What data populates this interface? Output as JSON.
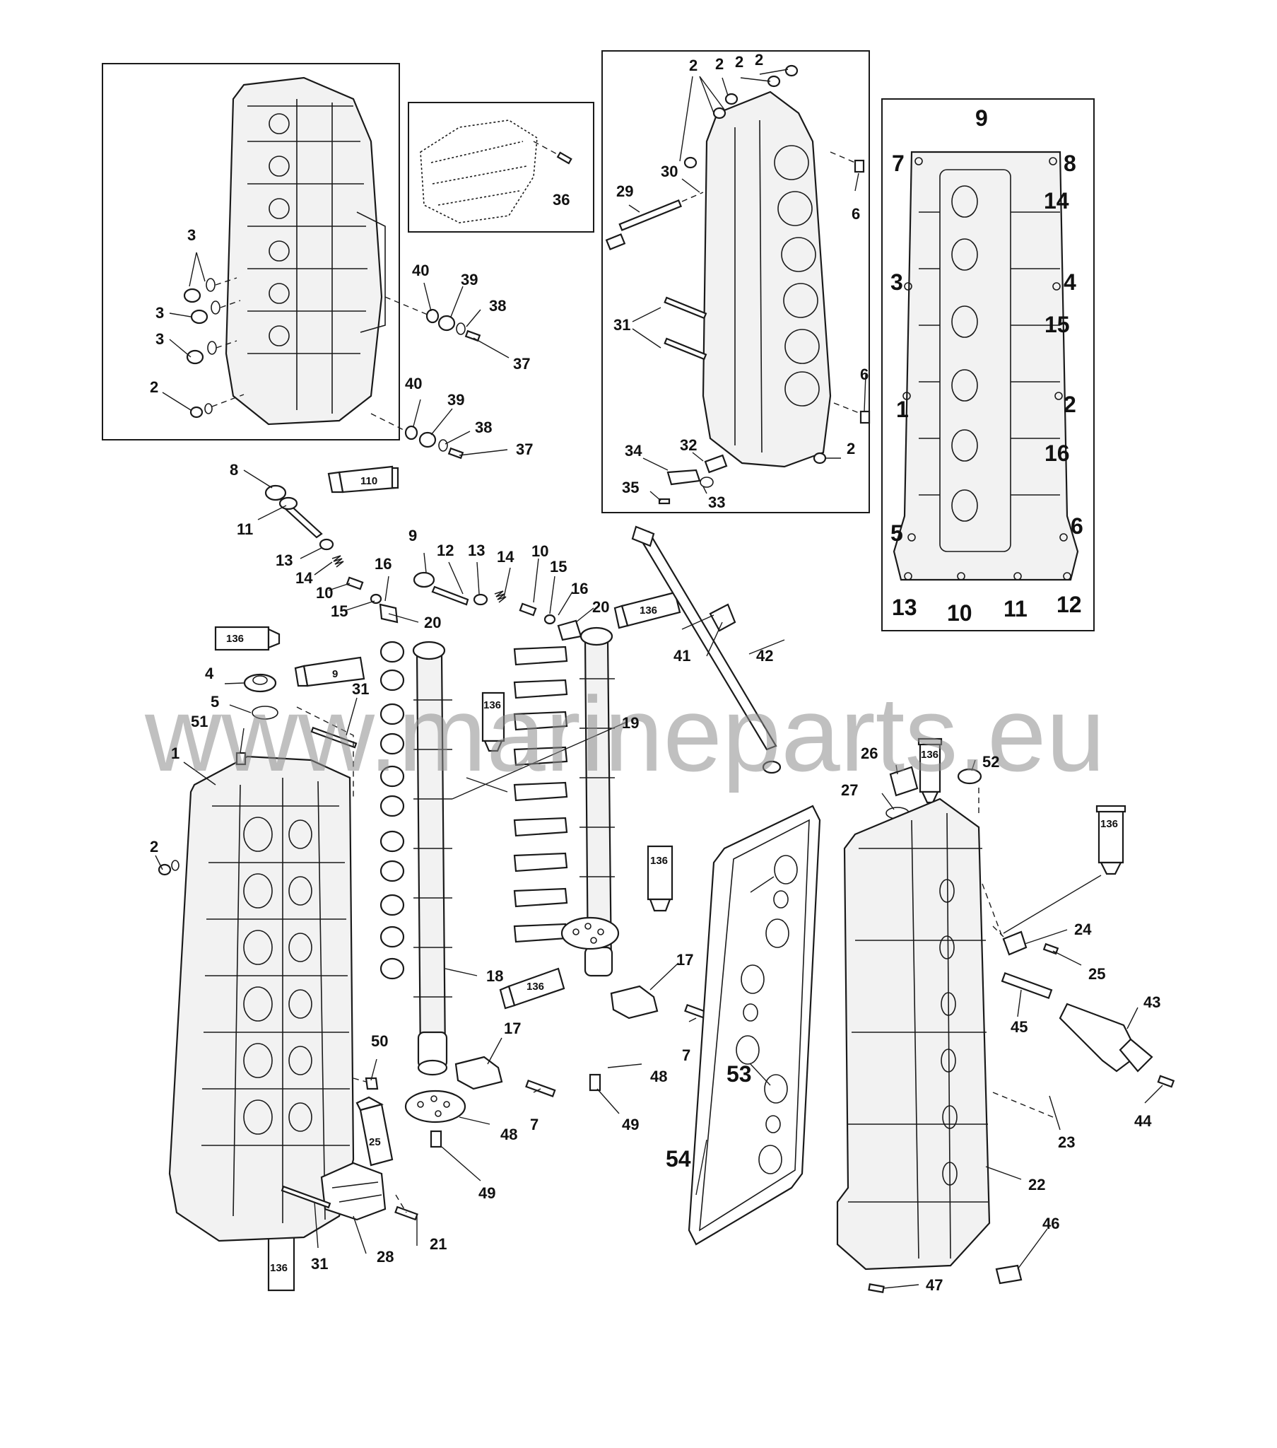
{
  "watermark": "www.marineparts.eu",
  "callouts": {
    "c1": "1",
    "c2": "2",
    "c3": "3",
    "c4": "4",
    "c5": "5",
    "c6": "6",
    "c7": "7",
    "c8": "8",
    "c9": "9",
    "c10": "10",
    "c11": "11",
    "c12": "12",
    "c13": "13",
    "c14": "14",
    "c15": "15",
    "c16": "16",
    "c17": "17",
    "c18": "18",
    "c19": "19",
    "c20": "20",
    "c21": "21",
    "c22": "22",
    "c23": "23",
    "c24": "24",
    "c25": "25",
    "c26": "26",
    "c27": "27",
    "c28": "28",
    "c29": "29",
    "c30": "30",
    "c31": "31",
    "c32": "32",
    "c33": "33",
    "c34": "34",
    "c35": "35",
    "c36": "36",
    "c37": "37",
    "c38": "38",
    "c39": "39",
    "c40": "40",
    "c41": "41",
    "c42": "42",
    "c43": "43",
    "c44": "44",
    "c45": "45",
    "c46": "46",
    "c47": "47",
    "c48": "48",
    "c49": "49",
    "c50": "50",
    "c51": "51",
    "c52": "52",
    "c53": "53",
    "c54": "54"
  },
  "torque_sequence": [
    "1",
    "2",
    "3",
    "4",
    "5",
    "6",
    "7",
    "8",
    "9",
    "10",
    "11",
    "12",
    "13",
    "14",
    "15",
    "16"
  ],
  "sealant_tubes": {
    "t110": "110",
    "t136": "136",
    "t9": "9",
    "t25": "25"
  }
}
